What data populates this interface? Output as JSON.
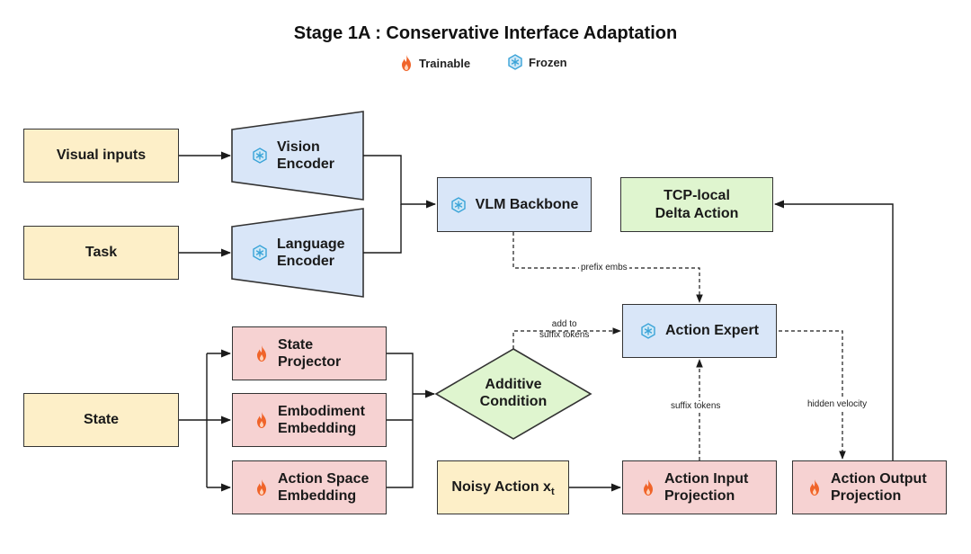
{
  "title": "Stage 1A : Conservative Interface Adaptation",
  "legend": {
    "trainable": "Trainable",
    "frozen": "Frozen"
  },
  "icons": {
    "trainable": "flame-icon",
    "frozen": "snowflake-icon"
  },
  "colors": {
    "input": "#fdefc8",
    "frozen": "#d9e6f8",
    "trainable": "#f6d2d2",
    "output": "#dff5cf",
    "flame": "#f0642a",
    "snowflake": "#3aa3d8"
  },
  "nodes": {
    "visual_inputs": "Visual inputs",
    "task": "Task",
    "state": "State",
    "vision_encoder": [
      "Vision",
      "Encoder"
    ],
    "language_encoder": [
      "Language",
      "Encoder"
    ],
    "vlm_backbone": "VLM Backbone",
    "tcp_delta": [
      "TCP-local",
      "Delta Action"
    ],
    "action_expert": "Action Expert",
    "state_projector": [
      "State",
      "Projector"
    ],
    "embodiment_embedding": [
      "Embodiment",
      "Embedding"
    ],
    "action_space_embedding": [
      "Action Space",
      "Embedding"
    ],
    "additive_condition": [
      "Additive",
      "Condition"
    ],
    "noisy_action": "Noisy Action x",
    "noisy_action_sub": "t",
    "action_input_projection": [
      "Action Input",
      "Projection"
    ],
    "action_output_projection": [
      "Action Output",
      "Projection"
    ]
  },
  "edge_labels": {
    "prefix_embs": "prefix embs",
    "add_to": "add to",
    "suffix_tokens_line2": "suffix tokens",
    "suffix_tokens": "suffix tokens",
    "hidden_velocity": "hidden velocity"
  }
}
